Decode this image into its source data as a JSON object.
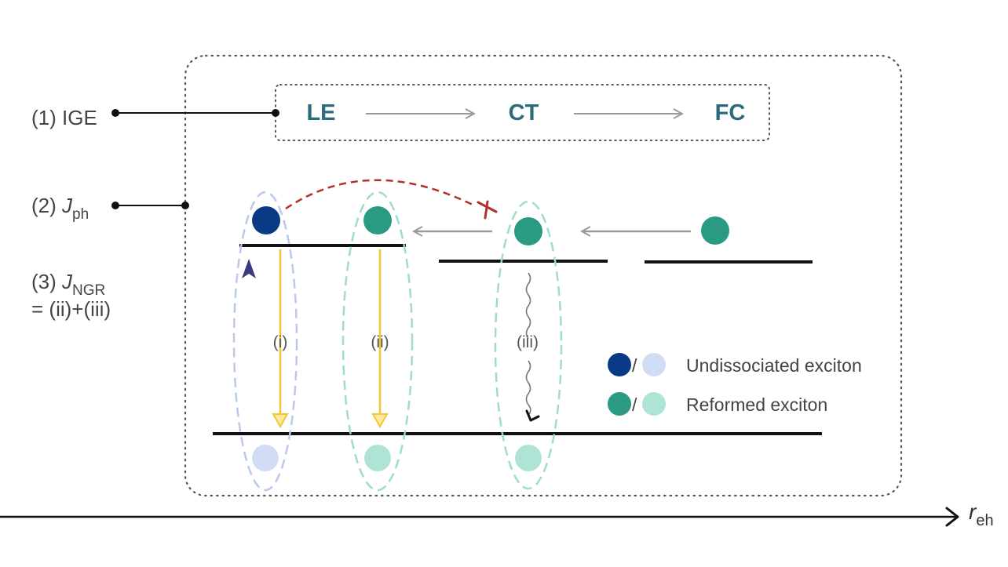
{
  "labels": {
    "ige": "(1) IGE",
    "jph_prefix": "(2) ",
    "jph_j": "J",
    "jph_sub": "ph",
    "jngr_prefix": "(3) ",
    "jngr_j": "J",
    "jngr_sub": "NGR",
    "jngr_eq": "= (ii)+(iii)"
  },
  "process": {
    "le": "LE",
    "ct": "CT",
    "fc": "FC"
  },
  "paths": {
    "i": "(i)",
    "ii": "(ii)",
    "iii": "(iii)"
  },
  "legend": {
    "undissociated": "Undissociated exciton",
    "reformed": "Reformed exciton",
    "slash": "/"
  },
  "axis": {
    "r": "r",
    "sub": "eh"
  },
  "colors": {
    "undissociated_dark": "#0a3a85",
    "undissociated_light": "#cfdcf3",
    "reformed_dark": "#2a9a82",
    "reformed_light": "#aee4d6",
    "process_text": "#2c6b7c",
    "blocked_transfer": "#b3312b",
    "radiative": "#f3c531"
  }
}
